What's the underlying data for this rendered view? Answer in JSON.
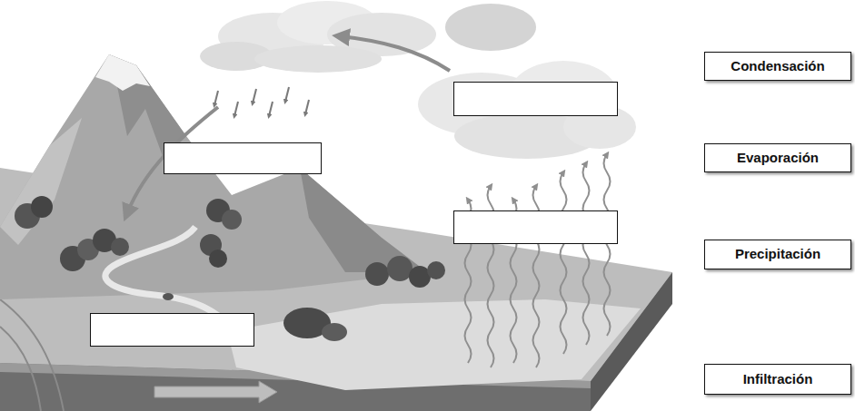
{
  "diagram": {
    "nodes": [
      {
        "text": [
          "Condensación"
        ]
      },
      {
        "text": [
          "Evaporación"
        ]
      },
      {
        "text": [
          "Precipitación"
        ]
      },
      {
        "text": [
          "Infiltración"
        ]
      }
    ]
  }
}
